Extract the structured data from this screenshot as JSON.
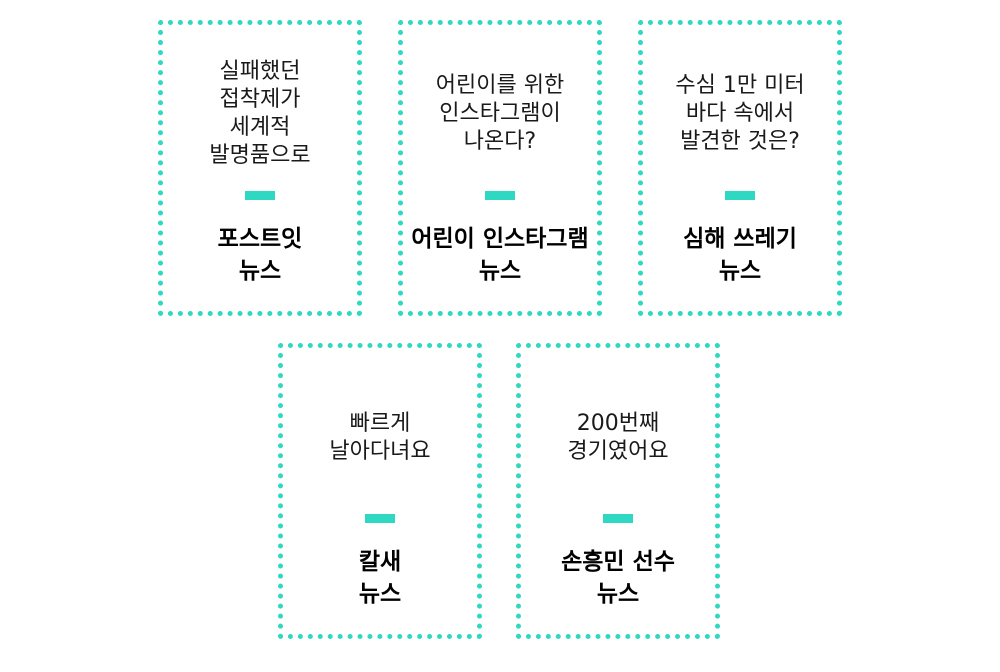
{
  "accent_color": "#2ed8c3",
  "cards": [
    {
      "headline": [
        "실패했던",
        "접착제가",
        "세계적",
        "발명품으로"
      ],
      "tag": [
        "포스트잇",
        "뉴스"
      ]
    },
    {
      "headline": [
        "어린이를 위한",
        "인스타그램이",
        "나온다?"
      ],
      "tag": [
        "어린이 인스타그램",
        "뉴스"
      ]
    },
    {
      "headline": [
        "수심 1만 미터",
        "바다 속에서",
        "발견한 것은?"
      ],
      "tag": [
        "심해 쓰레기",
        "뉴스"
      ]
    },
    {
      "headline": [
        "빠르게",
        "날아다녀요"
      ],
      "tag": [
        "칼새",
        "뉴스"
      ]
    },
    {
      "headline": [
        "200번째",
        "경기였어요"
      ],
      "tag": [
        "손흥민 선수",
        "뉴스"
      ]
    }
  ]
}
